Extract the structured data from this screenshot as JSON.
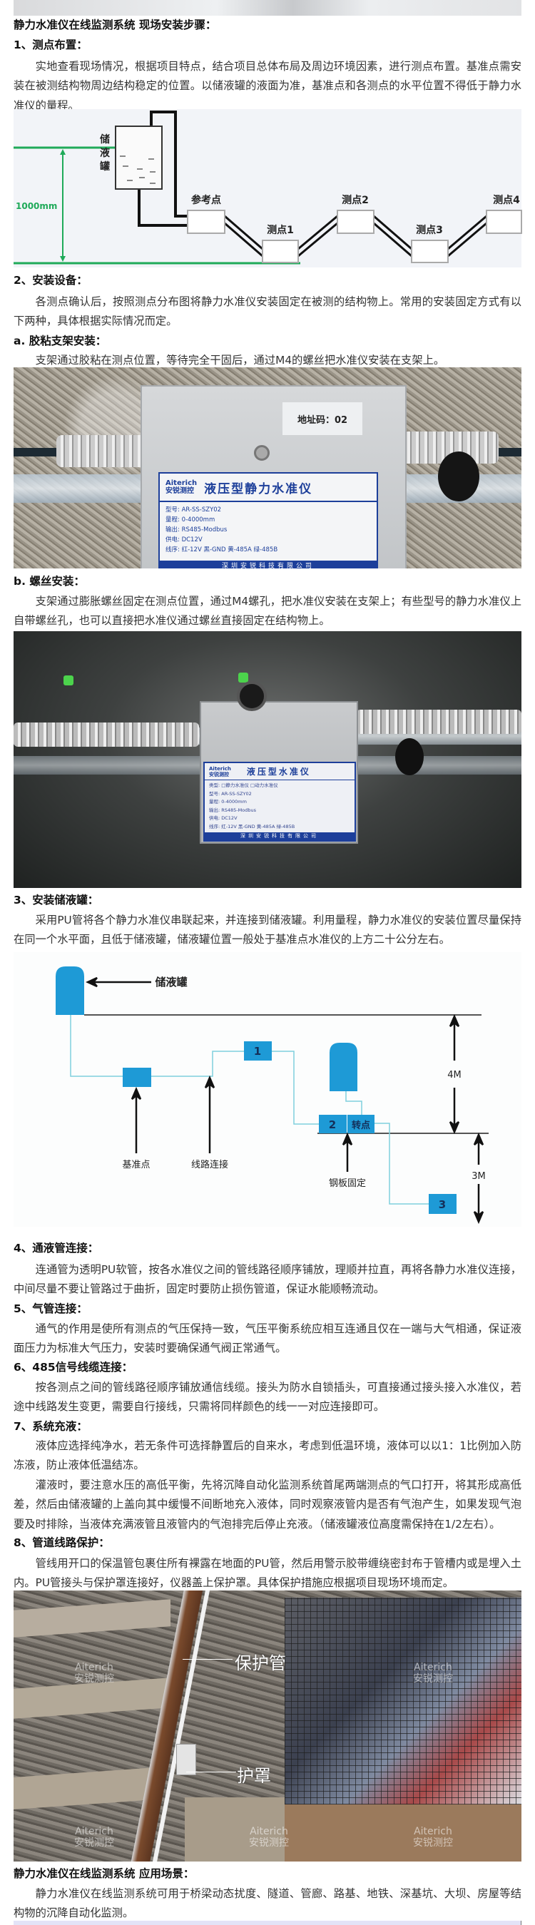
{
  "title": "静力水准仪在线监测系统 现场安装步骤：",
  "s1": {
    "h": "1、测点布置：",
    "p": "实地查看现场情况，根据项目特点，结合项目总体布局及周边环境因素，进行测点布置。基准点需安装在被测结构物周边结构稳定的位置。以储液罐的液面为准，基准点和各测点的水平位置不得低于静力水准仪的量程。"
  },
  "diagram1": {
    "tank": [
      "储",
      "液",
      "罐"
    ],
    "height": "1000mm",
    "points": [
      "参考点",
      "测点1",
      "测点2",
      "测点3",
      "测点4"
    ]
  },
  "s2": {
    "h": "2、安装设备：",
    "p": "各测点确认后，按照测点分布图将静力水准仪安装固定在被测的结构物上。常用的安装固定方式有以下两种，具体根据实际情况而定。",
    "a_h": "a. 胶粘支架安装：",
    "a_p": "支架通过胶粘在测点位置，等待完全干固后，通过M4的螺丝把水准仪安装在支架上。",
    "b_h": "b. 螺丝安装：",
    "b_p": "支架通过膨胀螺丝固定在测点位置，通过M4螺孔，把水准仪安装在支架上；有些型号的静力水准仪上自带螺丝孔，也可以直接把水准仪通过螺丝直接固定在结构物上。"
  },
  "photo1": {
    "address": "地址码：02",
    "brand": "Aiterich",
    "brand_cn": "安锐测控",
    "product": "液压型静力水准仪",
    "specs": [
      "型号: AR-SS-SZY02",
      "量程: 0-4000mm",
      "输出: RS485-Modbus",
      "供电: DC12V",
      "线序: 红-12V  黑-GND  黄-485A  绿-485B"
    ],
    "company": "深圳安锐科技有限公司"
  },
  "photo2": {
    "brand": "Aiterich",
    "brand_cn": "安锐测控",
    "product": "液压型水准仪",
    "specs": [
      "类型: □静力水准仪   □动力水准仪",
      "型号: AR-SS-SZY02",
      "量程: 0-4000mm",
      "输出: RS485-Modbus",
      "供电: DC12V",
      "线序: 红-12V  黑-GND  黄-485A  绿-485B"
    ],
    "company": "深圳安锐科技有限公司"
  },
  "s3": {
    "h": "3、安装储液罐：",
    "p": "采用PU管将各个静力水准仪串联起来，并连接到储液罐。利用量程，静力水准仪的安装位置尽量保持在同一个水平面，且低于储液罐，储液罐位置一般处于基准点水准仪的上方二十公分左右。"
  },
  "diagram2": {
    "tank": "储液罐",
    "box1": "1",
    "box2": "2",
    "turn": "转点",
    "box3": "3",
    "h4": "4M",
    "h3": "3M",
    "base": "基准点",
    "line": "线路连接",
    "plate": "钢板固定"
  },
  "s4": {
    "h": "4、通液管连接：",
    "p": "连通管为透明PU软管，按各水准仪之间的管线路径顺序铺放，理顺并拉直，再将各静力水准仪连接，中间尽量不要让管路过于曲折，固定时要防止损伤管道，保证水能顺畅流动。"
  },
  "s5": {
    "h": "5、气管连接：",
    "p": "通气的作用是使所有测点的气压保持一致，气压平衡系统应相互连通且仅在一端与大气相通，保证液面压力为标准大气压力，安装时要确保通气阀正常通气。"
  },
  "s6": {
    "h": "6、485信号线缆连接：",
    "p": "按各测点之间的管线路径顺序铺放通信线缆。接头为防水自锁插头，可直接通过接头接入水准仪，若途中线路发生变更，需要自行接线，只需将同样颜色的线一一对应连接即可。"
  },
  "s7": {
    "h": "7、系统充液：",
    "p1": "液体应选择纯净水，若无条件可选择静置后的自来水，考虑到低温环境，液体可以以1：1比例加入防冻液，防止液体低温结冻。",
    "p2": "灌液时，要注意水压的高低平衡，先将沉降自动化监测系统首尾两端测点的气口打开，将其形成高低差，然后由储液罐的上盖向其中缓慢不间断地充入液体，同时观察液管内是否有气泡产生，如果发现气泡要及时排除，当液体充满液管且液管内的气泡排完后停止充液。（储液罐液位高度需保持在1/2左右）。"
  },
  "s8": {
    "h": "8、管道线路保护：",
    "p": "管线用开口的保温管包裹住所有裸露在地面的PU管，然后用警示胶带缠绕密封布于管槽内或是埋入土内。PU管接头与保护罩连接好，仪器盖上保护罩。具体保护措施应根据项目现场环境而定。"
  },
  "photo3": {
    "pipe": "保护管",
    "cover": "护罩",
    "watermark": "Aiterich",
    "watermark_cn": "安锐测控"
  },
  "app": {
    "h": "静力水准仪在线监测系统 应用场景：",
    "p": "静力水准仪在线监测系统可用于桥梁动态扰度、隧道、管廊、路基、地铁、深基坑、大坝、房屋等结构物的沉降自动化监测。"
  },
  "colors": {
    "green": "#1faa59",
    "blue": "#1e9ad6",
    "cyan": "#7fd0dd",
    "label_blue": "#1d3f9a"
  }
}
